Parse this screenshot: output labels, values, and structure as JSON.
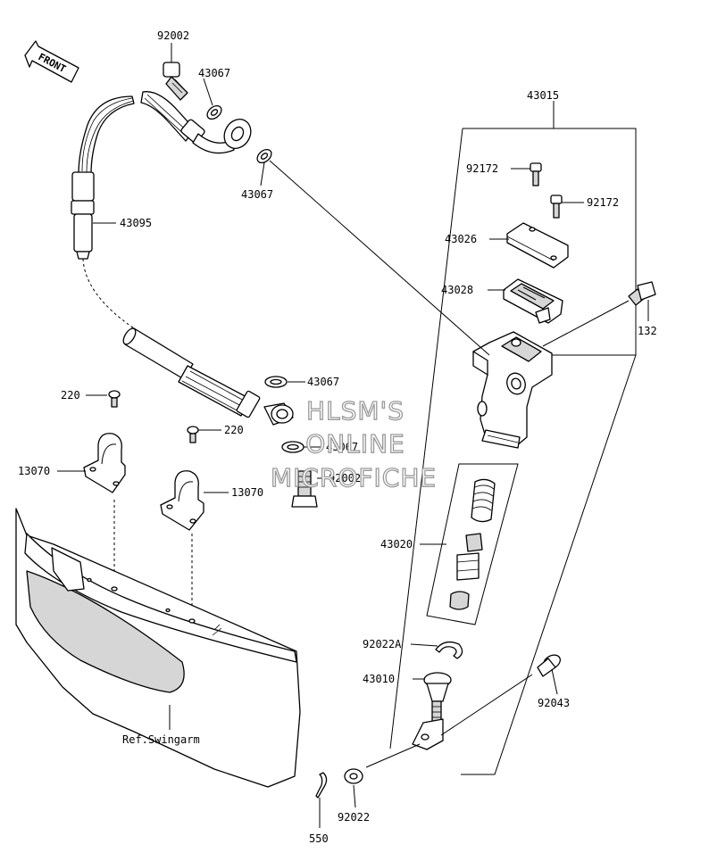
{
  "front_arrow": "FRONT",
  "watermark": [
    "HLSM'S",
    "ONLINE",
    "MICROFICHE"
  ],
  "callouts": {
    "bolt_hose_top": "92002",
    "washer_upper_a": "43067",
    "washer_upper_b": "43067",
    "brake_hose": "43095",
    "master_cylinder_assy": "43015",
    "cap_screw_a": "92172",
    "cap_screw_b": "92172",
    "reservoir_cap": "43026",
    "diaphragm": "43028",
    "bolt_132": "132",
    "screw_220_a": "220",
    "screw_220_b": "220",
    "hose_clamp_a": "13070",
    "hose_clamp_b": "13070",
    "washer_lower_a": "43067",
    "washer_lower_b": "43067",
    "bolt_hose_bottom": "92002",
    "piston_kit": "43020",
    "circlip": "92022A",
    "push_rod": "43010",
    "pin": "92043",
    "washer_bottom": "92022",
    "cotter_pin": "550",
    "ref_swingarm": "Ref.Swingarm"
  }
}
